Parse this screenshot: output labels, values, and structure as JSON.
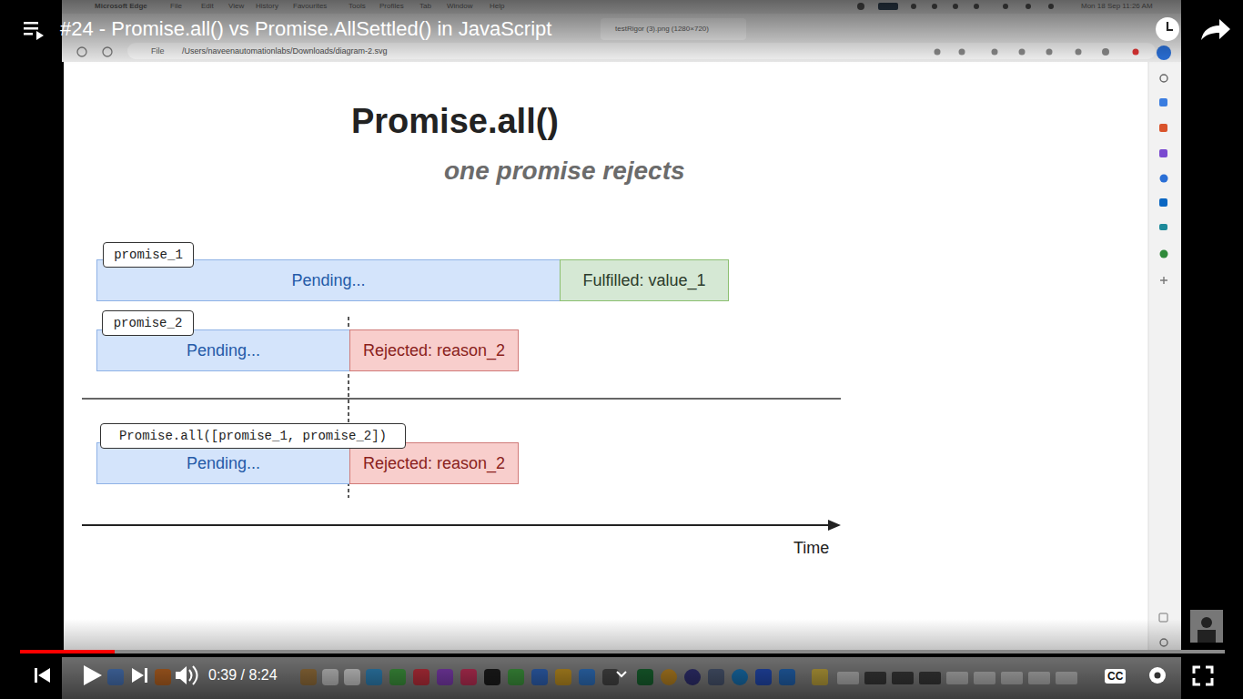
{
  "diagram": {
    "title": "Promise.all()",
    "nodes": [
      {
        "text": [
          "promise_1"
        ]
      },
      {
        "text": [
          "Pending..."
        ]
      },
      {
        "text": [
          "Fulfilled: value_1"
        ]
      },
      {
        "text": [
          "promise_2"
        ]
      },
      {
        "text": [
          "Pending..."
        ]
      },
      {
        "text": [
          "Rejected: reason_2"
        ]
      },
      {
        "text": [
          "Promise.all([promise_1, promise_2])"
        ]
      },
      {
        "text": [
          "Pending..."
        ]
      },
      {
        "text": [
          "Rejected: reason_2"
        ]
      }
    ],
    "labels": [
      "one promise rejects",
      "Time",
      "#24 - Promise.all() vs Promise.AllSettled() in JavaScript",
      "0:39 / 8:24",
      "Microsoft Edge",
      "File",
      "Edit",
      "View",
      "History",
      "Favourites",
      "Tools",
      "Profiles",
      "Tab",
      "Window",
      "Help",
      "testRigor (3).png (1280×720)",
      "File",
      "/Users/naveenautomationlabs/Downloads/diagram-2.svg",
      "Mon 18 Sep 11:26 AM",
      "CC"
    ]
  }
}
